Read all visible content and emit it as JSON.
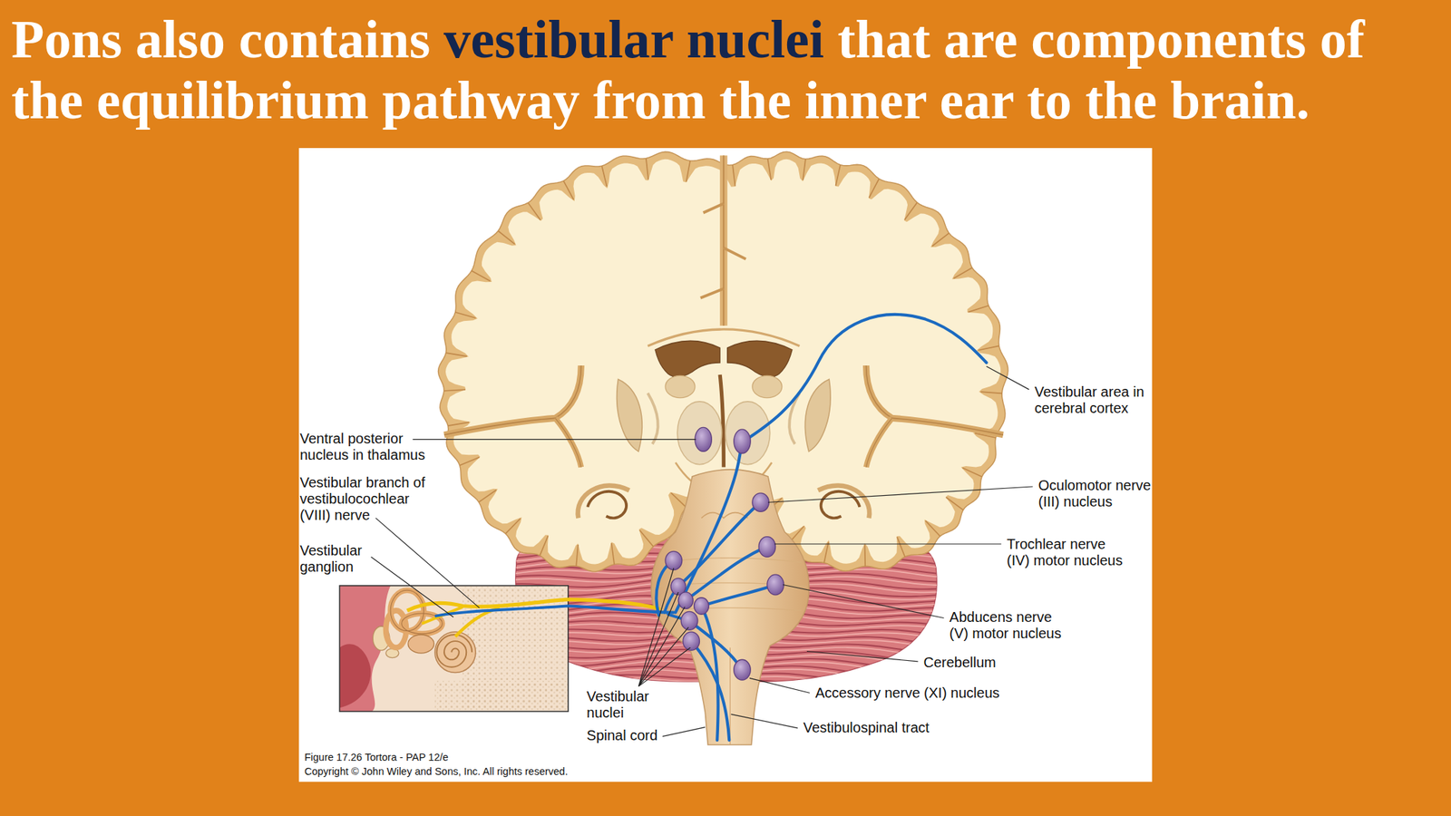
{
  "diagram": {
    "title": "Pons also contains vestibular nuclei that are components of the equilibrium pathway from the inner ear to the brain.",
    "labels": [
      "Vestibular area in cerebral cortex",
      "Ventral posterior nucleus in thalamus",
      "Vestibular branch of vestibulocochlear (VIII) nerve",
      "Oculomotor nerve (III) nucleus",
      "Trochlear nerve (IV) motor nucleus",
      "Vestibular ganglion",
      "Abducens nerve (V) motor nucleus",
      "Cerebellum",
      "Accessory nerve (XI) nucleus",
      "Vestibular nuclei",
      "Vestibulospinal tract",
      "Spinal cord",
      "Figure 17.26 Tortora - PAP 12/e",
      "Copyright © John Wiley and Sons, Inc. All rights reserved."
    ]
  }
}
